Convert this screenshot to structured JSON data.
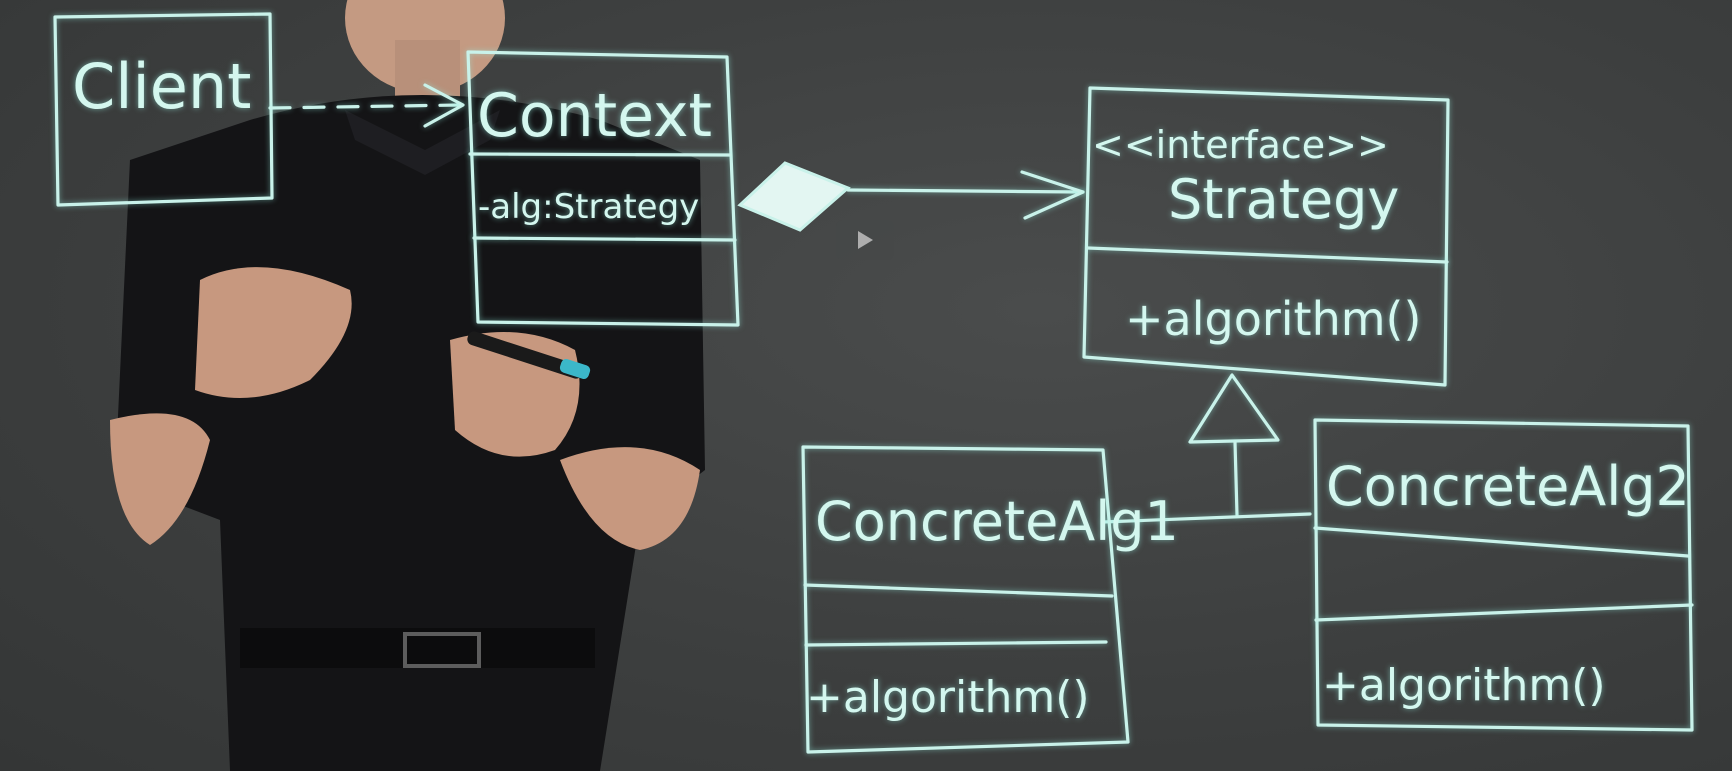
{
  "diagram": {
    "client": {
      "name": "Client"
    },
    "context": {
      "name": "Context",
      "attribute": "-alg:Strategy"
    },
    "strategy": {
      "stereotype": "<<interface>>",
      "name": "Strategy",
      "operation": "+algorithm()"
    },
    "concrete_alg_1": {
      "name": "ConcreteAlg1",
      "operation": "+algorithm()"
    },
    "concrete_alg_2": {
      "name": "ConcreteAlg2",
      "operation": "+algorithm()"
    }
  },
  "colors": {
    "board": "#3f4141",
    "ink": "#c9f2ea"
  },
  "icons": {
    "play": "play-icon"
  }
}
